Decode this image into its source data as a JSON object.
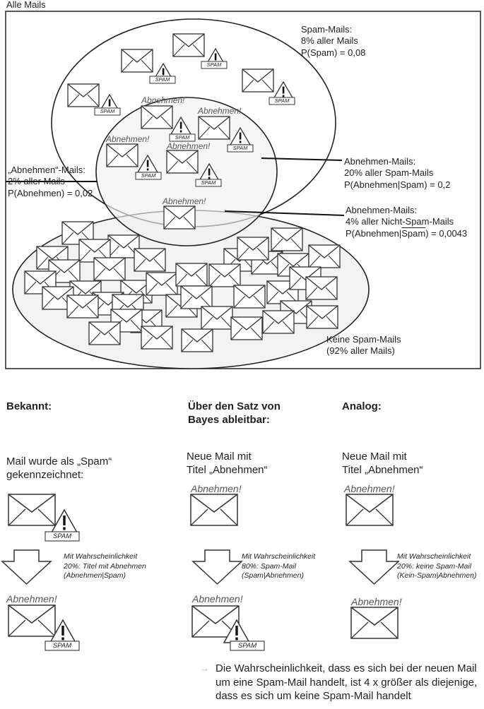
{
  "diagram": {
    "frame_title": "Alle Mails",
    "spam": {
      "title": "Spam-Mails:",
      "share": "8% aller Mails",
      "prob": "P(Spam) = 0,08"
    },
    "abnehmen": {
      "title": "„Abnehmen“-Mails:",
      "share": "2% aller Mails",
      "prob": "P(Abnehmen) = 0,02"
    },
    "abn_spam": {
      "title": "Abnehmen-Mails:",
      "share": "20% aller Spam-Mails",
      "prob": "P(Abnehmen|Spam) = 0,2"
    },
    "abn_nonspam": {
      "title": "Abnehmen-Mails:",
      "share": "4% aller Nicht-Spam-Mails",
      "prob_prefix": "P(Abnehmen|",
      "prob_over": "Spam",
      "prob_suffix": ") = 0,0043"
    },
    "nonspam": {
      "title": "Keine Spam-Mails",
      "share": "(92% aller Mails)"
    },
    "tag_spam": "SPAM",
    "tag_abnehmen": "Abnehmen!"
  },
  "columns": [
    {
      "header": "Bekannt:",
      "line1": "Mail wurde als „Spam“",
      "line2": "gekennzeichnet:",
      "cap1": "Mit Wahrscheinlichkeit",
      "cap2": "20%: Titel mit Abnehmen",
      "cap3": "(Abnehmen|Spam)"
    },
    {
      "header1": "Über den Satz von",
      "header2": "Bayes ableitbar:",
      "line1": "Neue Mail mit",
      "line2": "Titel „Abnehmen“",
      "cap1": "Mit Wahrscheinlichkeit",
      "cap2": "80%: Spam-Mail",
      "cap3": "(Spam|Abnehmen)"
    },
    {
      "header": "Analog:",
      "line1": "Neue Mail mit",
      "line2": "Titel „Abnehmen“",
      "cap1": "Mit Wahrscheinlichkeit",
      "cap2": "20%: keine Spam-Mail",
      "cap3": "(Kein-Spam|Abnehmen)"
    }
  ],
  "conclusion": {
    "arrow": "→",
    "line1": "Die Wahrscheinlichkeit, dass es sich bei der neuen Mail",
    "line2": "um eine Spam-Mail handelt, ist 4 x größer als diejenige,",
    "line3": "dass es sich um keine Spam-Mail handelt"
  }
}
